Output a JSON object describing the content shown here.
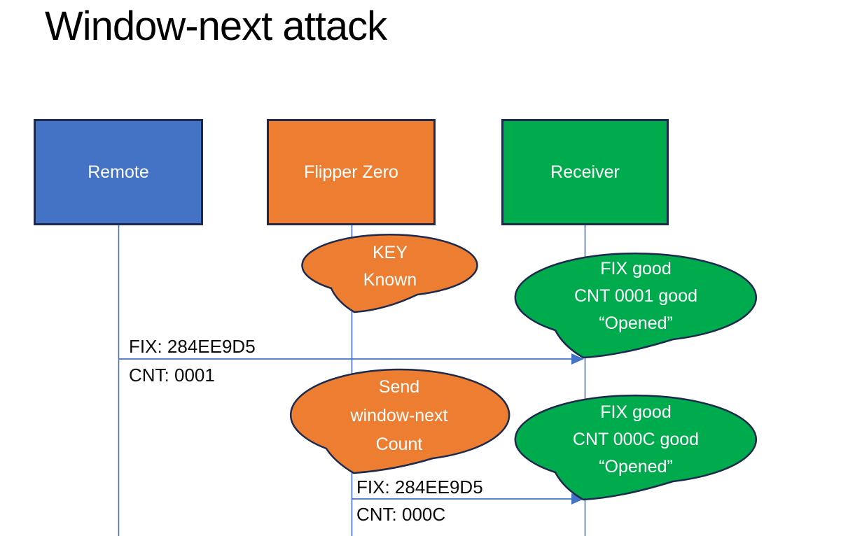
{
  "title": "Window-next attack",
  "colors": {
    "blue": "#4472C4",
    "orange": "#ED7D31",
    "green": "#00AB4E",
    "outline": "#1E2A4D",
    "connector": "#4472C4",
    "text_on_shapes": "#FFFFFF",
    "label_text": "#000000"
  },
  "actors": [
    {
      "label": "Remote",
      "color": "#4472C4"
    },
    {
      "label": "Flipper Zero",
      "color": "#ED7D31"
    },
    {
      "label": "Receiver",
      "color": "#00AB4E"
    }
  ],
  "callouts": [
    {
      "speaker": "Flipper Zero",
      "color": "#ED7D31",
      "lines": [
        "KEY",
        "Known"
      ]
    },
    {
      "speaker": "Receiver",
      "color": "#00AB4E",
      "lines": [
        "FIX good",
        "CNT 0001 good",
        "“Opened”"
      ]
    },
    {
      "speaker": "Flipper Zero",
      "color": "#ED7D31",
      "lines": [
        "Send",
        "window-next",
        "Count"
      ]
    },
    {
      "speaker": "Receiver",
      "color": "#00AB4E",
      "lines": [
        "FIX good",
        "CNT 000C good",
        "“Opened”"
      ]
    }
  ],
  "messages": [
    {
      "from": "Remote",
      "to": "Receiver",
      "label_top": "FIX: 284EE9D5",
      "label_bottom": "CNT: 0001"
    },
    {
      "from": "Flipper Zero",
      "to": "Receiver",
      "label_top": "FIX: 284EE9D5",
      "label_bottom": "CNT: 000C"
    }
  ]
}
